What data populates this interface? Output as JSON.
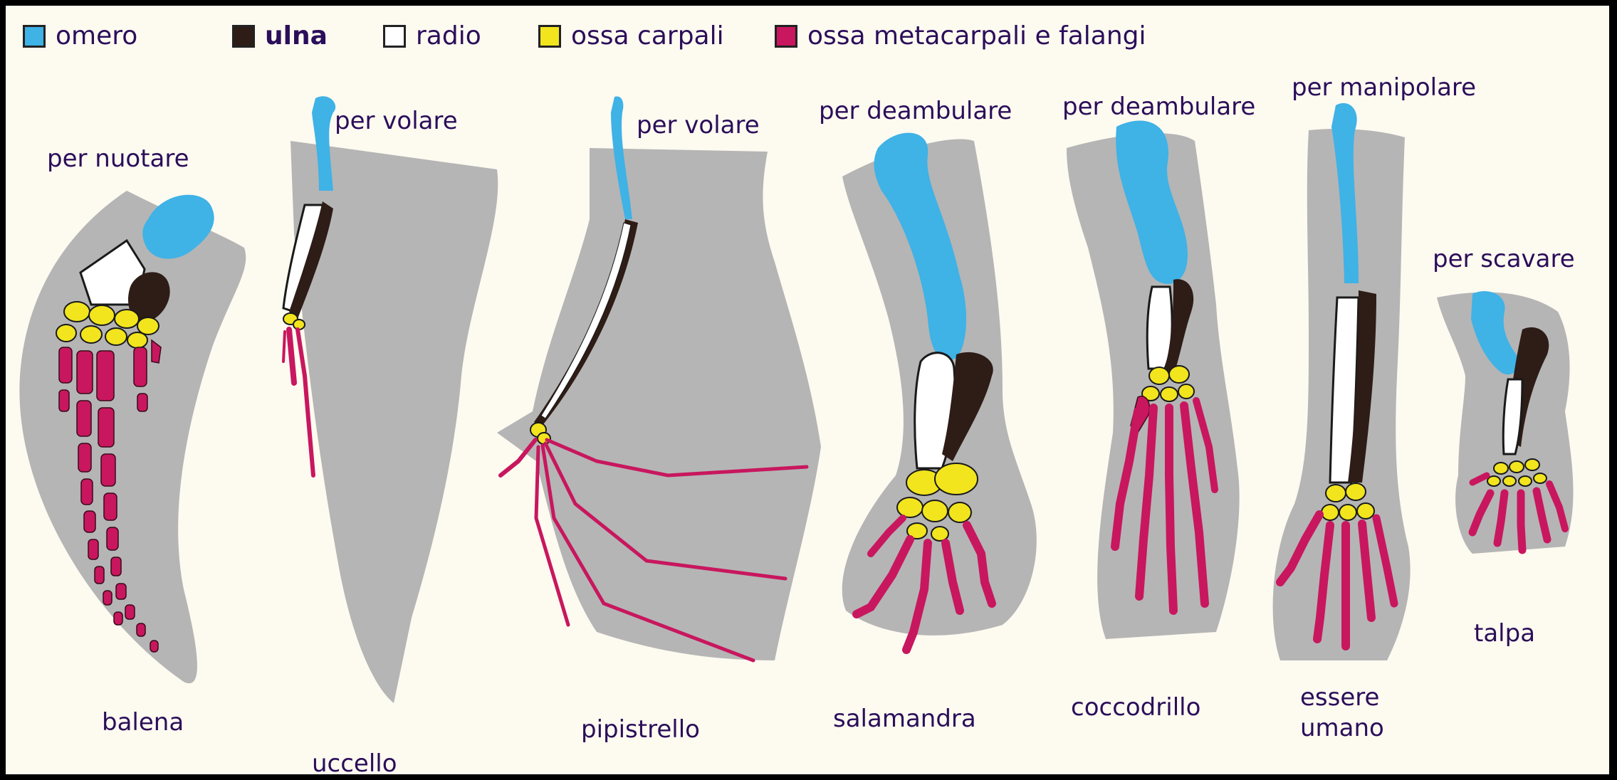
{
  "legend": [
    {
      "label": "omero",
      "color": "#3fb2e6"
    },
    {
      "label": "ulna",
      "color": "#2e1c16"
    },
    {
      "label": "radio",
      "color": "#ffffff"
    },
    {
      "label": "ossa carpali",
      "color": "#f2e51d"
    },
    {
      "label": "ossa metacarpali e falangi",
      "color": "#c8175e"
    }
  ],
  "functions": {
    "swim": "per nuotare",
    "fly_bird": "per volare",
    "fly_bat": "per volare",
    "walk_salamander": "per deambulare",
    "walk_crocodile": "per deambulare",
    "manipulate": "per manipolare",
    "dig": "per scavare"
  },
  "animals": {
    "whale": "balena",
    "bird": "uccello",
    "bat": "pipistrello",
    "salamander": "salamandra",
    "crocodile": "coccodrillo",
    "human_line1": "essere",
    "human_line2": "umano",
    "mole": "talpa"
  },
  "colors": {
    "background": "#fdfaf0",
    "flesh": "#b5b5b5",
    "humerus": "#3fb2e6",
    "ulna": "#2e1c16",
    "radius": "#ffffff",
    "carpals": "#f2e51d",
    "phalanges": "#c8175e",
    "text": "#2b0e5a"
  }
}
